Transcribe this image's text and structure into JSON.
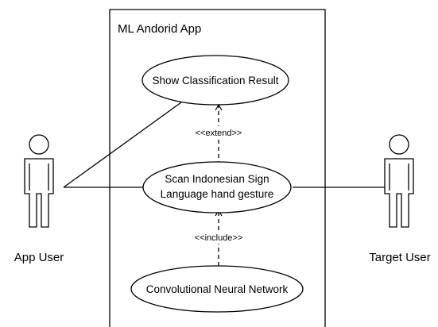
{
  "system": {
    "title": "ML Andorid App"
  },
  "actors": [
    {
      "id": "app-user",
      "label": "App User"
    },
    {
      "id": "target-user",
      "label": "Target User"
    }
  ],
  "use_cases": [
    {
      "id": "show-result",
      "lines": [
        "Show Classification Result"
      ]
    },
    {
      "id": "scan-gesture",
      "lines": [
        "Scan Indonesian Sign",
        "Language hand gesture"
      ]
    },
    {
      "id": "cnn",
      "lines": [
        "Convolutional Neural Network"
      ]
    }
  ],
  "relations": [
    {
      "type": "association",
      "from": "app-user",
      "to": "show-result"
    },
    {
      "type": "association",
      "from": "app-user",
      "to": "scan-gesture"
    },
    {
      "type": "association",
      "from": "target-user",
      "to": "scan-gesture"
    },
    {
      "type": "dependency",
      "from": "scan-gesture",
      "to": "show-result",
      "label": "<<extend>>"
    },
    {
      "type": "dependency",
      "from": "cnn",
      "to": "scan-gesture",
      "label": "<<include>>"
    }
  ],
  "colors": {
    "line": "#000000",
    "background": "#ffffff"
  }
}
